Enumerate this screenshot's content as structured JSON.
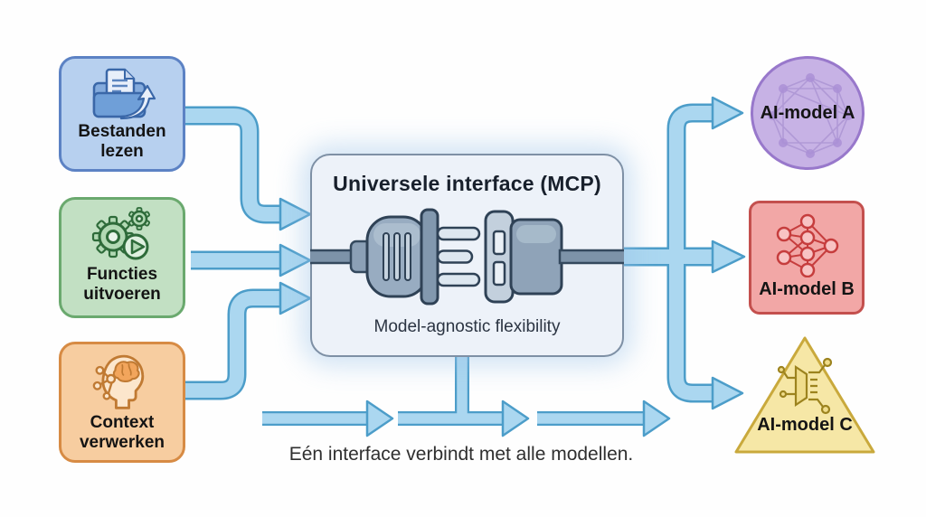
{
  "diagram": {
    "center": {
      "title": "Universele interface (MCP)",
      "subtitle": "Model-agnostic flexibility",
      "icon": "plug-connector-icon"
    },
    "caption": "Eén interface verbindt met alle modellen.",
    "inputs": [
      {
        "id": "bestanden-lezen",
        "label_line1": "Bestanden",
        "label_line2": "lezen",
        "icon": "folder-document-icon",
        "fill": "#b7d0ef",
        "border": "#5c82c4"
      },
      {
        "id": "functies-uitvoeren",
        "label_line1": "Functies",
        "label_line2": "uitvoeren",
        "icon": "gears-play-icon",
        "fill": "#c2e0c3",
        "border": "#6aa96e"
      },
      {
        "id": "context-verwerken",
        "label_line1": "Context",
        "label_line2": "verwerken",
        "icon": "head-brain-icon",
        "fill": "#f7cda0",
        "border": "#d78b44"
      }
    ],
    "models": [
      {
        "id": "ai-model-a",
        "label": "AI-model A",
        "shape": "circle",
        "icon": "network-graph-icon",
        "fill": "#c7b2e5",
        "border": "#9878cb"
      },
      {
        "id": "ai-model-b",
        "label": "AI-model B",
        "shape": "rounded-square",
        "icon": "neural-network-icon",
        "fill": "#f2a7a6",
        "border": "#c4504e"
      },
      {
        "id": "ai-model-c",
        "label": "AI-model C",
        "shape": "triangle",
        "icon": "circuit-icon",
        "fill": "#f5e7a6",
        "border": "#c7a83c"
      }
    ],
    "colors": {
      "arrow_fill": "#abd7f0",
      "arrow_stroke": "#4c9dc9",
      "center_fill": "#edf2f9",
      "center_border": "#7e90a5",
      "cable": "#7d93a9"
    }
  }
}
